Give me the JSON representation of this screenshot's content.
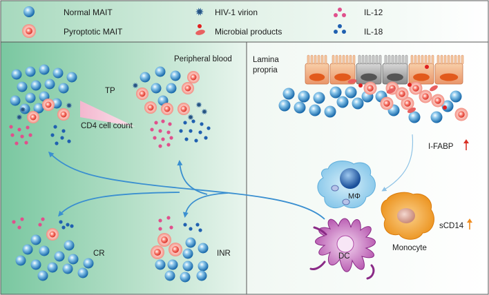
{
  "legend": {
    "normal_mait": "Normal MAIT",
    "pyroptotic_mait": "Pyroptotic MAIT",
    "hiv_virion": "HIV-1 virion",
    "microbial_products": "Microbial products",
    "il12": "IL-12",
    "il18": "IL-18"
  },
  "left_panel": {
    "title": "Peripheral blood",
    "tp": "TP",
    "cd4": "CD4 cell count",
    "cr": "CR",
    "inr": "INR"
  },
  "right_panel": {
    "title_line1": "Lamina",
    "title_line2": "propria",
    "ifabp": "I-FABP",
    "macrophage": "MΦ",
    "monocyte": "Monocyte",
    "dc": "DC",
    "scd14": "sCD14"
  },
  "colors": {
    "green_dark": "#7fcba6",
    "green_light": "#e6f4ec",
    "mait_blue": "#1f7fc4",
    "pyroptotic": "#f05a5a",
    "il12": "#e0508c",
    "il18": "#2060b0",
    "arrow": "#3a8fd0",
    "up_red": "#d93025",
    "up_orange": "#f08c1e"
  }
}
